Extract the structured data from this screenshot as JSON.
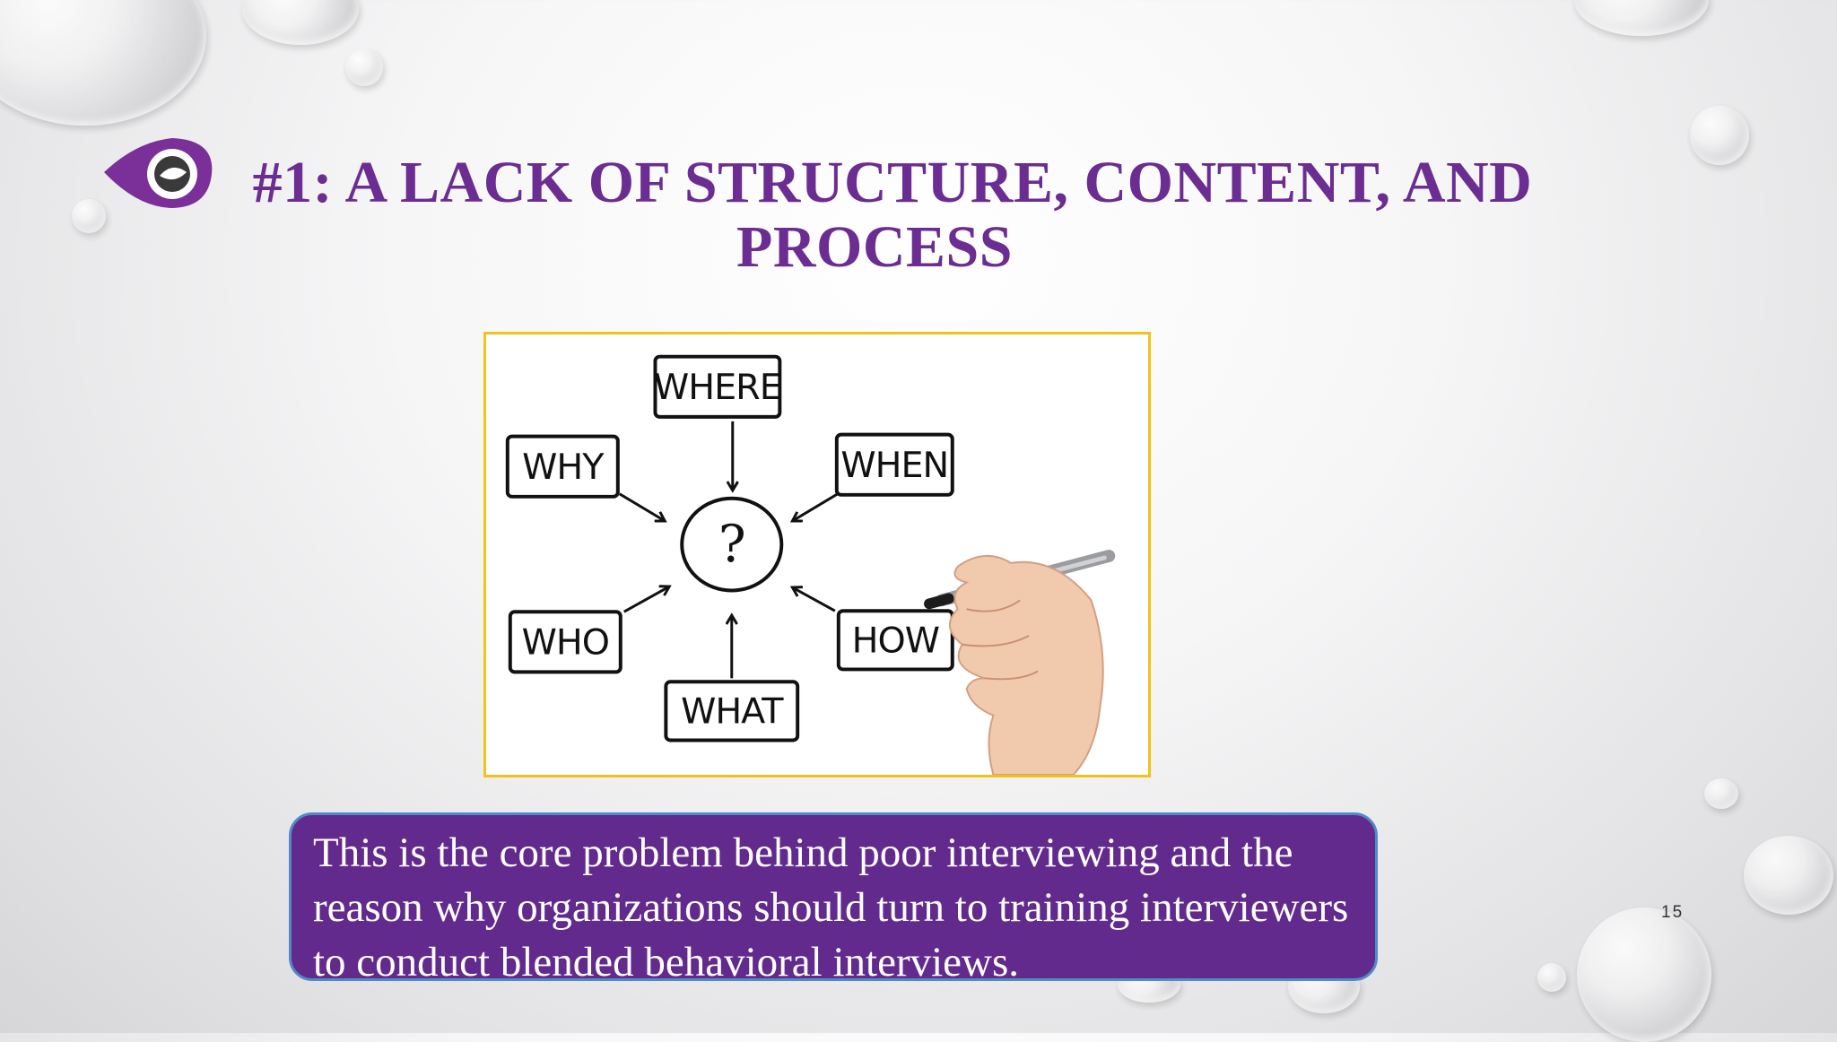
{
  "slide": {
    "title_line1": "#1: A LACK OF STRUCTURE, CONTENT, AND",
    "title_line2": "PROCESS",
    "callout_text": "This is the core problem behind poor interviewing and the reason why organizations should turn to training interviewers to conduct blended behavioral interviews.",
    "page_number": "15",
    "colors": {
      "title": "#6b2d91",
      "callout_bg": "#632a8d",
      "callout_border": "#4f8bc9",
      "figure_border": "#f2c21a"
    }
  },
  "figure": {
    "center_symbol": "?",
    "boxes": {
      "where": "WHERE",
      "why": "WHY",
      "when": "WHEN",
      "who": "WHO",
      "how": "HOW",
      "what": "WHAT"
    }
  },
  "icons": [
    "eye-logo-icon",
    "hand-with-marker-icon",
    "water-drop-icon"
  ]
}
